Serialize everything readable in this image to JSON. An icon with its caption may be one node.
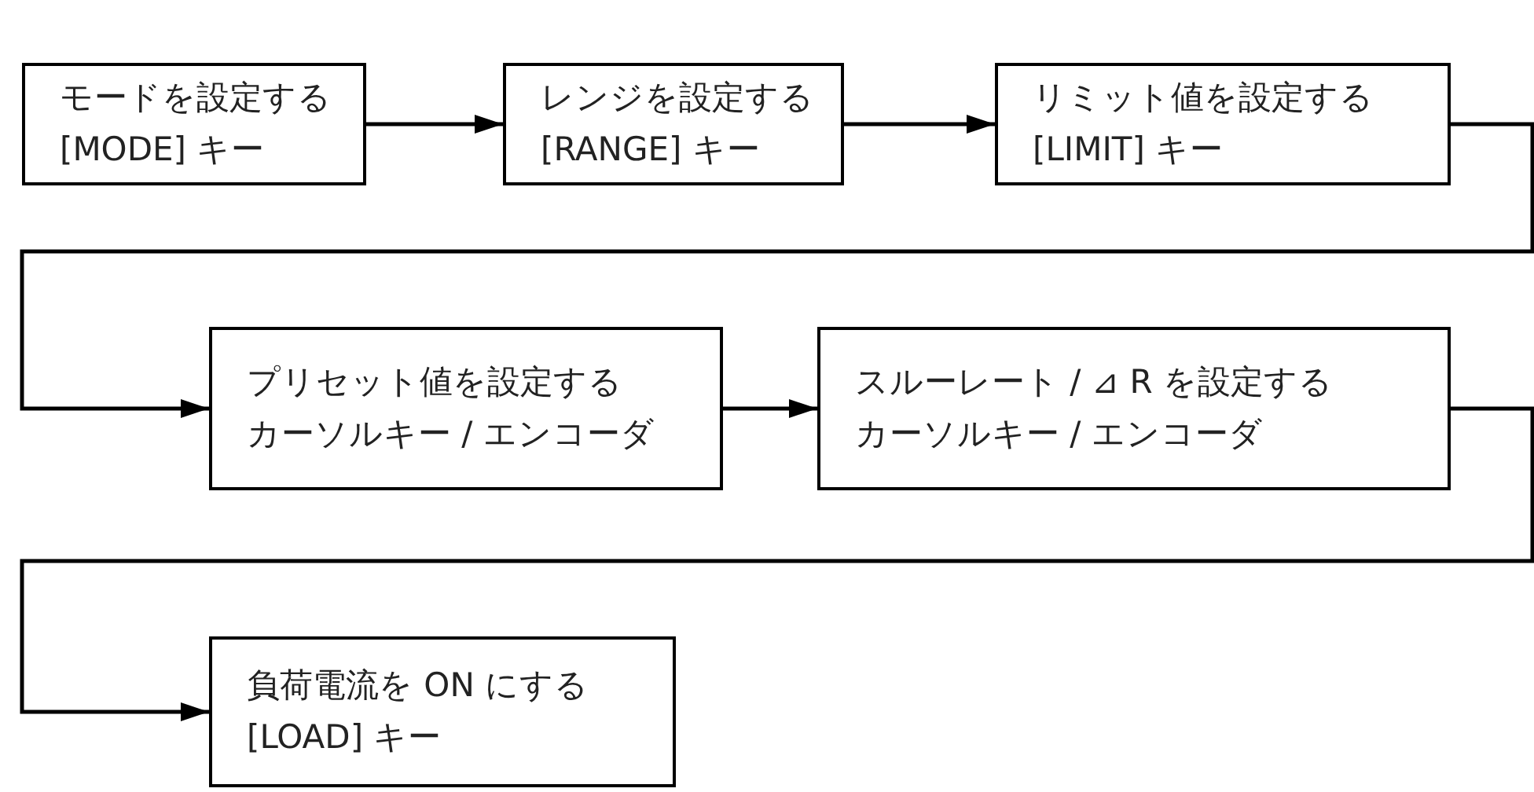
{
  "diagram": {
    "nodes": [
      {
        "text": [
          "モードを設定する",
          "[MODE] キー"
        ]
      },
      {
        "text": [
          "レンジを設定する",
          "[RANGE] キー"
        ]
      },
      {
        "text": [
          "リミット値を設定する",
          "[LIMIT] キー"
        ]
      },
      {
        "text": [
          "プリセット値を設定する",
          "カーソルキー / エンコーダ"
        ]
      },
      {
        "text": [
          "スルーレート / ⊿ R を設定する",
          "カーソルキー / エンコーダ"
        ]
      },
      {
        "text": [
          "負荷電流を ON にする",
          "[LOAD] キー"
        ]
      }
    ],
    "edges": [
      {
        "from": 0,
        "to": 1,
        "arrow": "to"
      },
      {
        "from": 1,
        "to": 2,
        "arrow": "to"
      },
      {
        "from": 2,
        "to": 3,
        "arrow": "to"
      },
      {
        "from": 3,
        "to": 4,
        "arrow": "to"
      },
      {
        "from": 4,
        "to": 5,
        "arrow": "to"
      }
    ]
  }
}
